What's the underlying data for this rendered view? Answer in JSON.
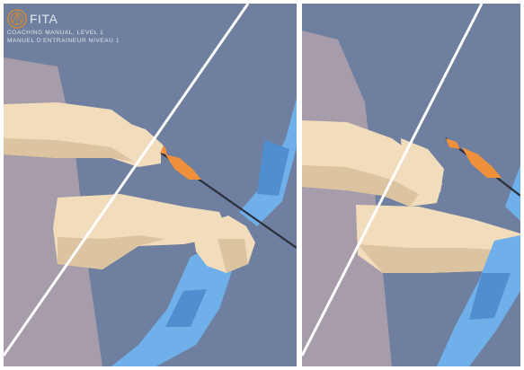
{
  "header": {
    "logo_icon": "fita-archer-emblem",
    "brand": "FITA",
    "subtitle_en": "Coaching Manual, Level 1",
    "subtitle_fr": "Manuel d'Entraineur Niveau 1"
  },
  "panels": [
    {
      "scene": "left",
      "description_icon": "hand-grip-on-bow-illustration"
    },
    {
      "scene": "right",
      "description_icon": "hand-grip-on-bow-illustration"
    }
  ],
  "colors": {
    "background": "#6e7f9f",
    "body": "#a79ca9",
    "skin": "#f1dcbc",
    "skin_shadow": "#dcc4a0",
    "bow_blue": "#6fb0ea",
    "bow_blue_dark": "#4f8fd0",
    "arrow_fletching": "#f0903a",
    "arrow_shaft": "#2b2f3a",
    "bowstring": "#ffffff"
  }
}
